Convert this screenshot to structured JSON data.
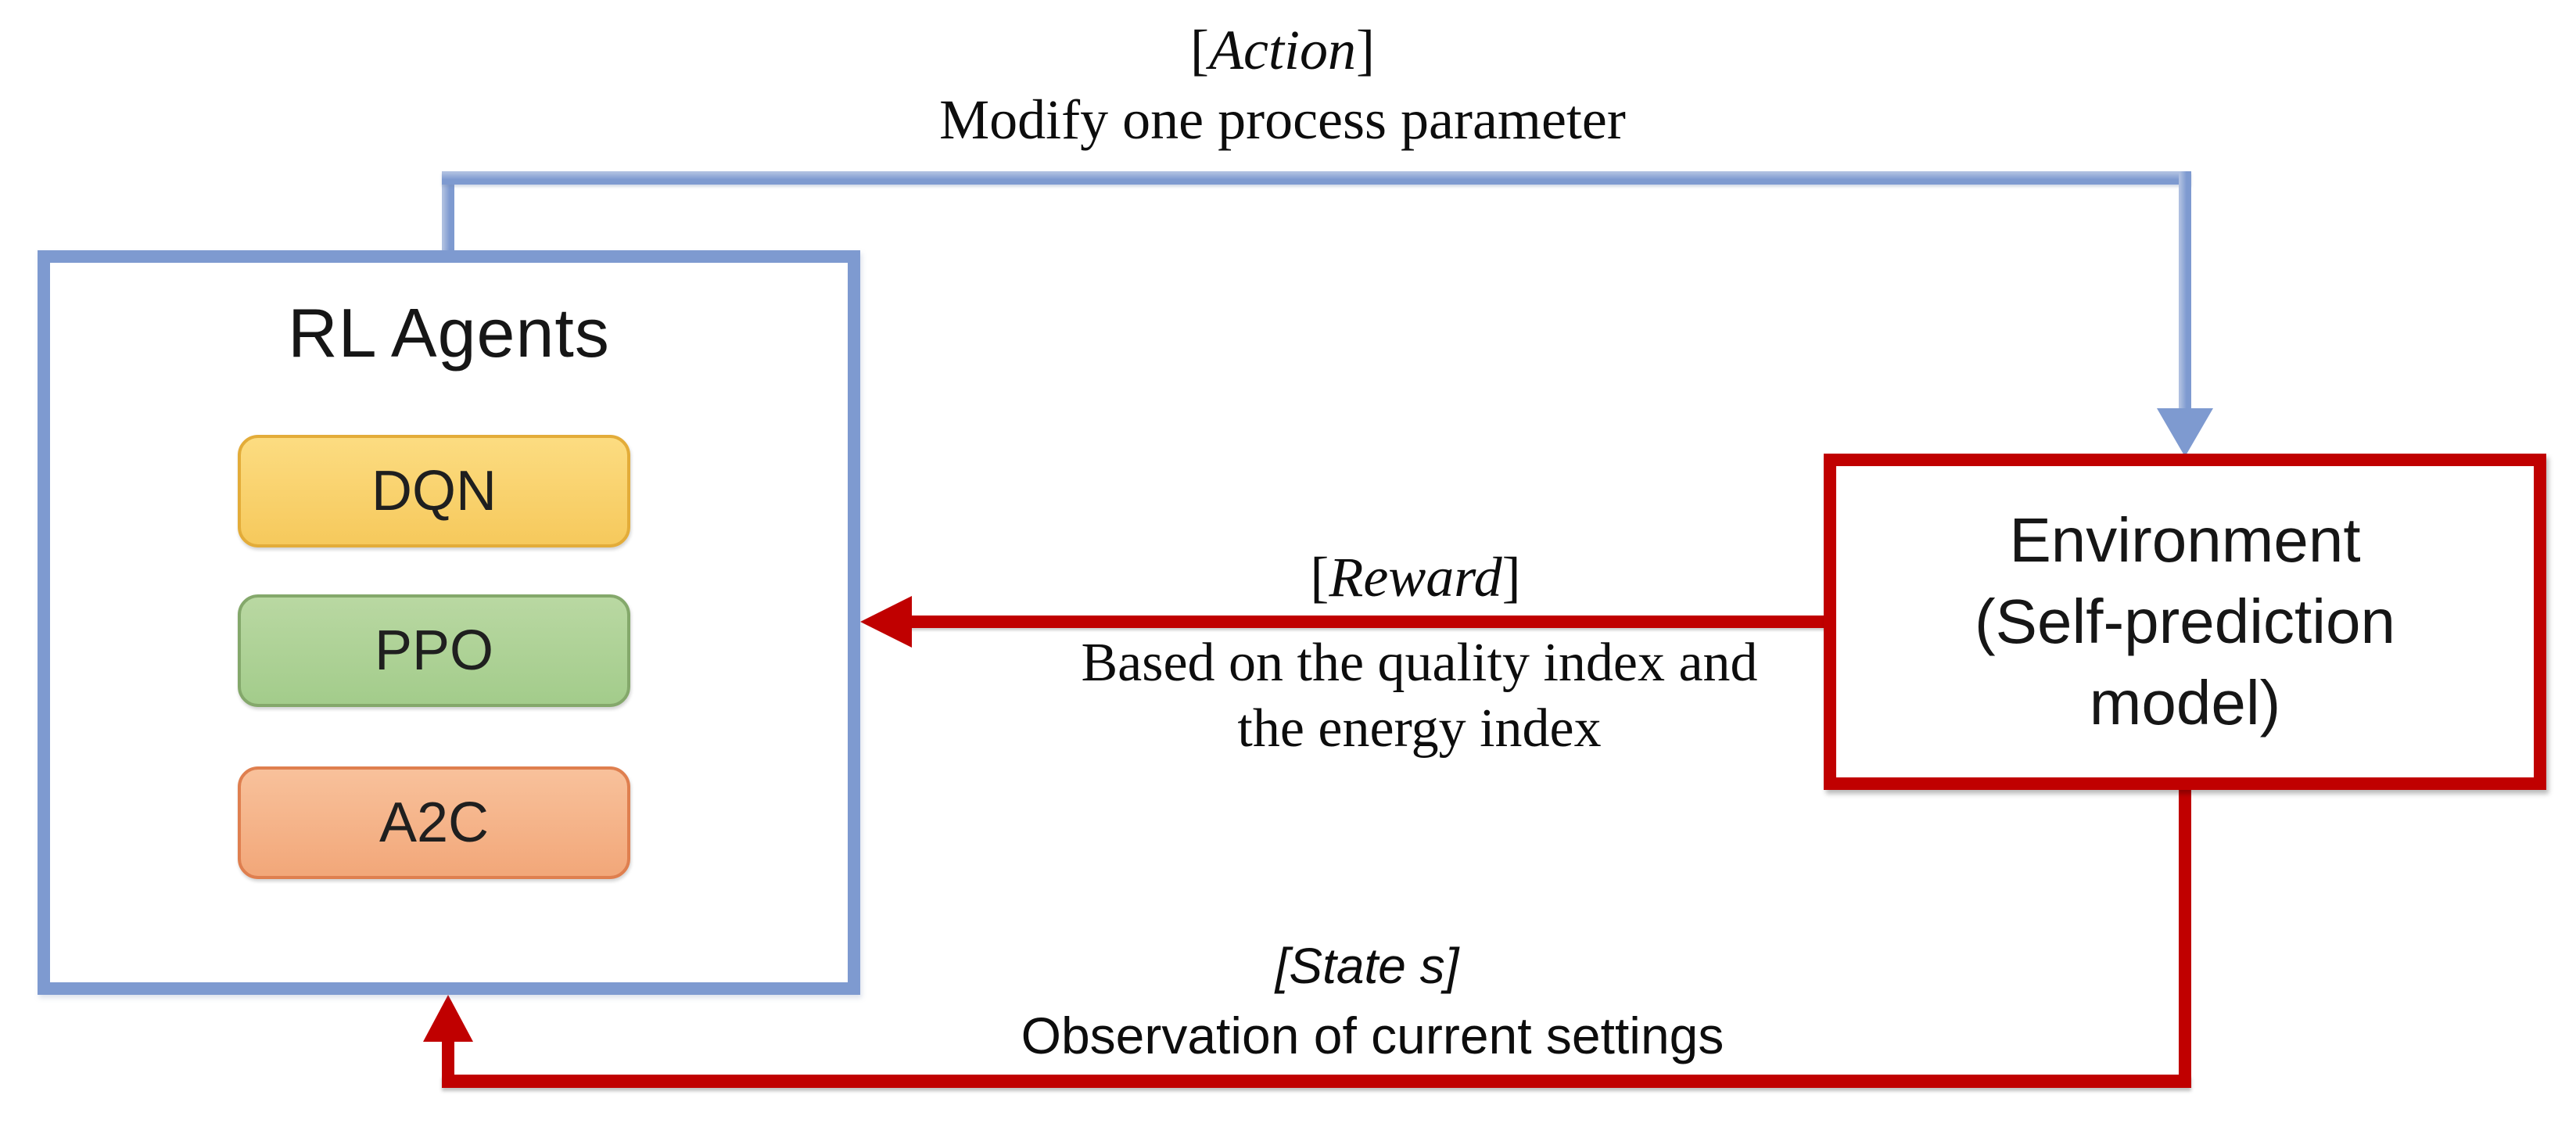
{
  "colors": {
    "blue": "#7e9ad0",
    "blue_light": "#aebfe0",
    "red": "#c00000",
    "dqn_fill_top": "#fcdc81",
    "dqn_fill_bottom": "#f6c95c",
    "dqn_border": "#e3ac39",
    "ppo_fill_top": "#b9d8a2",
    "ppo_fill_bottom": "#a3cc8b",
    "ppo_border": "#84a86b",
    "a2c_fill_top": "#f8c19b",
    "a2c_fill_bottom": "#f2a779",
    "a2c_border": "#df7f4f"
  },
  "rl_box": {
    "title": "RL Agents",
    "agents": [
      {
        "label": "DQN"
      },
      {
        "label": "PPO"
      },
      {
        "label": "A2C"
      }
    ]
  },
  "environment_box": {
    "line1": "Environment",
    "line2": "(Self-prediction",
    "line3": "model)"
  },
  "arrows": {
    "action": {
      "tag_open": "[",
      "tag_word": "Action",
      "tag_close": "]",
      "description": "Modify one process parameter"
    },
    "reward": {
      "tag_open": "[",
      "tag_word": "Reward",
      "tag_close": "]",
      "description_line1": "Based on the quality index and",
      "description_line2": "the energy index"
    },
    "state": {
      "tag": "[State s]",
      "description": "Observation of current settings"
    }
  }
}
